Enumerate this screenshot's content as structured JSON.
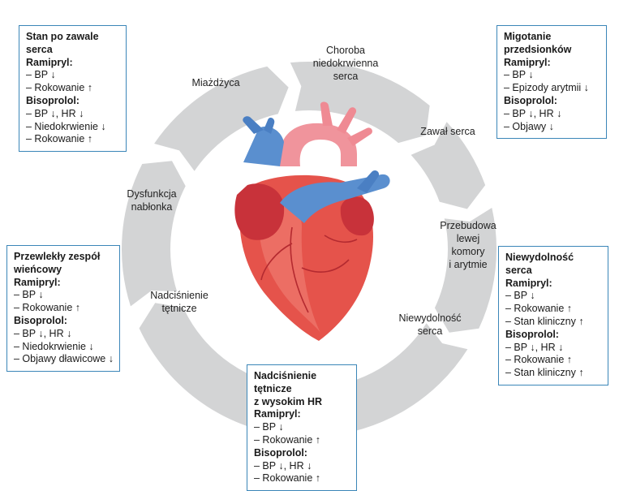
{
  "cycle": {
    "segments": [
      {
        "id": "miazdzyca",
        "lines": [
          "Miażdżyca"
        ]
      },
      {
        "id": "choroba",
        "lines": [
          "Choroba",
          "niedokrwienna",
          "serca"
        ]
      },
      {
        "id": "zawal",
        "lines": [
          "Zawał serca"
        ]
      },
      {
        "id": "przebudowa",
        "lines": [
          "Przebudowa",
          "lewej",
          "komory",
          "i arytmie"
        ]
      },
      {
        "id": "niewydolnosc",
        "lines": [
          "Niewydolność",
          "serca"
        ]
      },
      {
        "id": "nadcisnienie",
        "lines": [
          "Nadciśnienie",
          "tętnicze"
        ]
      },
      {
        "id": "dysfunkcja",
        "lines": [
          "Dysfunkcja",
          "nabłonka"
        ]
      }
    ],
    "colors": {
      "ring": "#d3d4d5",
      "box_border": "#3b86b8"
    }
  },
  "boxes": {
    "stan_po_zawale": {
      "title": "Stan po zawale serca",
      "drugs": [
        {
          "name": "Ramipryl:",
          "effects": [
            "– BP ↓",
            "– Rokowanie ↑"
          ]
        },
        {
          "name": "Bisoprolol:",
          "effects": [
            "– BP ↓, HR ↓",
            "– Niedokrwienie ↓",
            "– Rokowanie ↑"
          ]
        }
      ]
    },
    "migotanie": {
      "title": "Migotanie\nprzedsionków",
      "drugs": [
        {
          "name": "Ramipryl:",
          "effects": [
            "– BP ↓",
            "– Epizody arytmii ↓"
          ]
        },
        {
          "name": "Bisoprolol:",
          "effects": [
            "– BP ↓, HR ↓",
            "– Objawy ↓"
          ]
        }
      ]
    },
    "przewlekly": {
      "title": "Przewlekły zespół\nwieńcowy",
      "drugs": [
        {
          "name": "Ramipryl:",
          "effects": [
            "– BP ↓",
            "– Rokowanie ↑"
          ]
        },
        {
          "name": "Bisoprolol:",
          "effects": [
            "– BP ↓, HR ↓",
            "– Niedokrwienie ↓",
            "– Objawy dławicowe ↓"
          ]
        }
      ]
    },
    "niewydolnosc": {
      "title": "Niewydolność serca",
      "drugs": [
        {
          "name": "Ramipryl:",
          "effects": [
            "– BP ↓",
            "– Rokowanie ↑",
            "– Stan kliniczny ↑"
          ]
        },
        {
          "name": "Bisoprolol:",
          "effects": [
            "– BP ↓, HR ↓",
            "– Rokowanie ↑",
            "– Stan kliniczny ↑"
          ]
        }
      ]
    },
    "nadcisnienie_hr": {
      "title": "Nadciśnienie tętnicze\nz wysokim HR",
      "drugs": [
        {
          "name": "Ramipryl:",
          "effects": [
            "– BP ↓",
            "– Rokowanie ↑"
          ]
        },
        {
          "name": "Bisoprolol:",
          "effects": [
            "– BP ↓, HR ↓",
            "– Rokowanie ↑"
          ]
        }
      ]
    }
  }
}
